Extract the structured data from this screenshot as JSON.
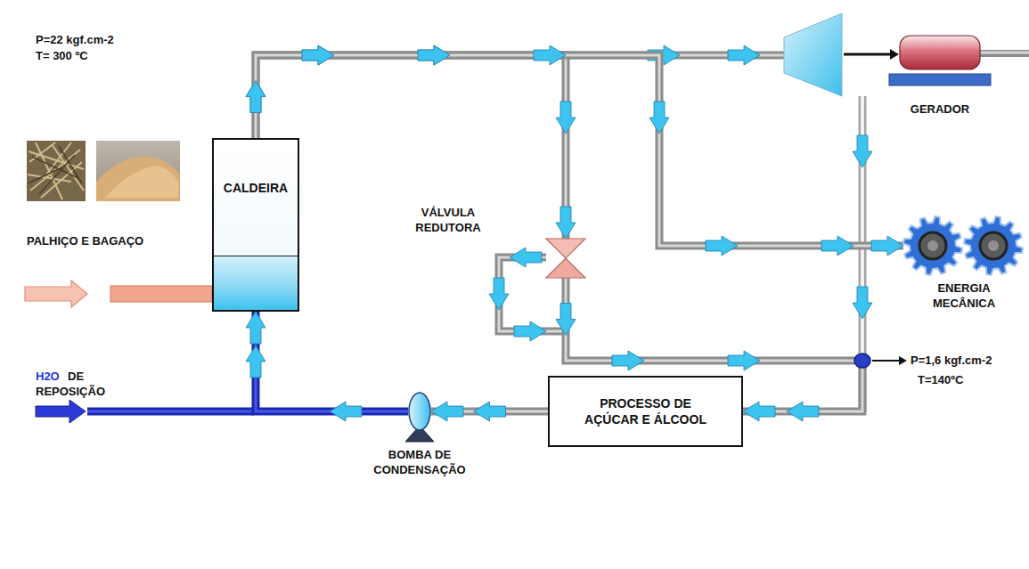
{
  "diagram": {
    "nodes": [
      {
        "text": [
          "CALDEIRA"
        ]
      },
      {
        "text": [
          "VÁLVULA REDUTORA"
        ]
      },
      {
        "text": [
          "GERADOR"
        ]
      },
      {
        "text": [
          "ENERGIA MECÂNICA"
        ]
      },
      {
        "text": [
          "PROCESSO DE AÇÚCAR E ÁLCOOL"
        ]
      },
      {
        "text": [
          "BOMBA DE CONDENSAÇÃO"
        ]
      }
    ],
    "edges": [
      {
        "from": 0,
        "to": 1,
        "arrow": "to"
      },
      {
        "from": 0,
        "to": 3,
        "arrow": "to"
      },
      {
        "from": 1,
        "to": 4,
        "arrow": "to"
      },
      {
        "from": 4,
        "to": 5,
        "arrow": "to"
      },
      {
        "from": 5,
        "to": 0,
        "arrow": "to"
      }
    ],
    "labels": [
      "P=22 kgf.cm-2",
      "T= 300 ºC",
      "PALHIÇO E BAGAÇO",
      "H2O",
      "DE REPOSIÇÃO",
      "P=1,6 kgf.cm-2",
      "T=140ºC"
    ]
  }
}
